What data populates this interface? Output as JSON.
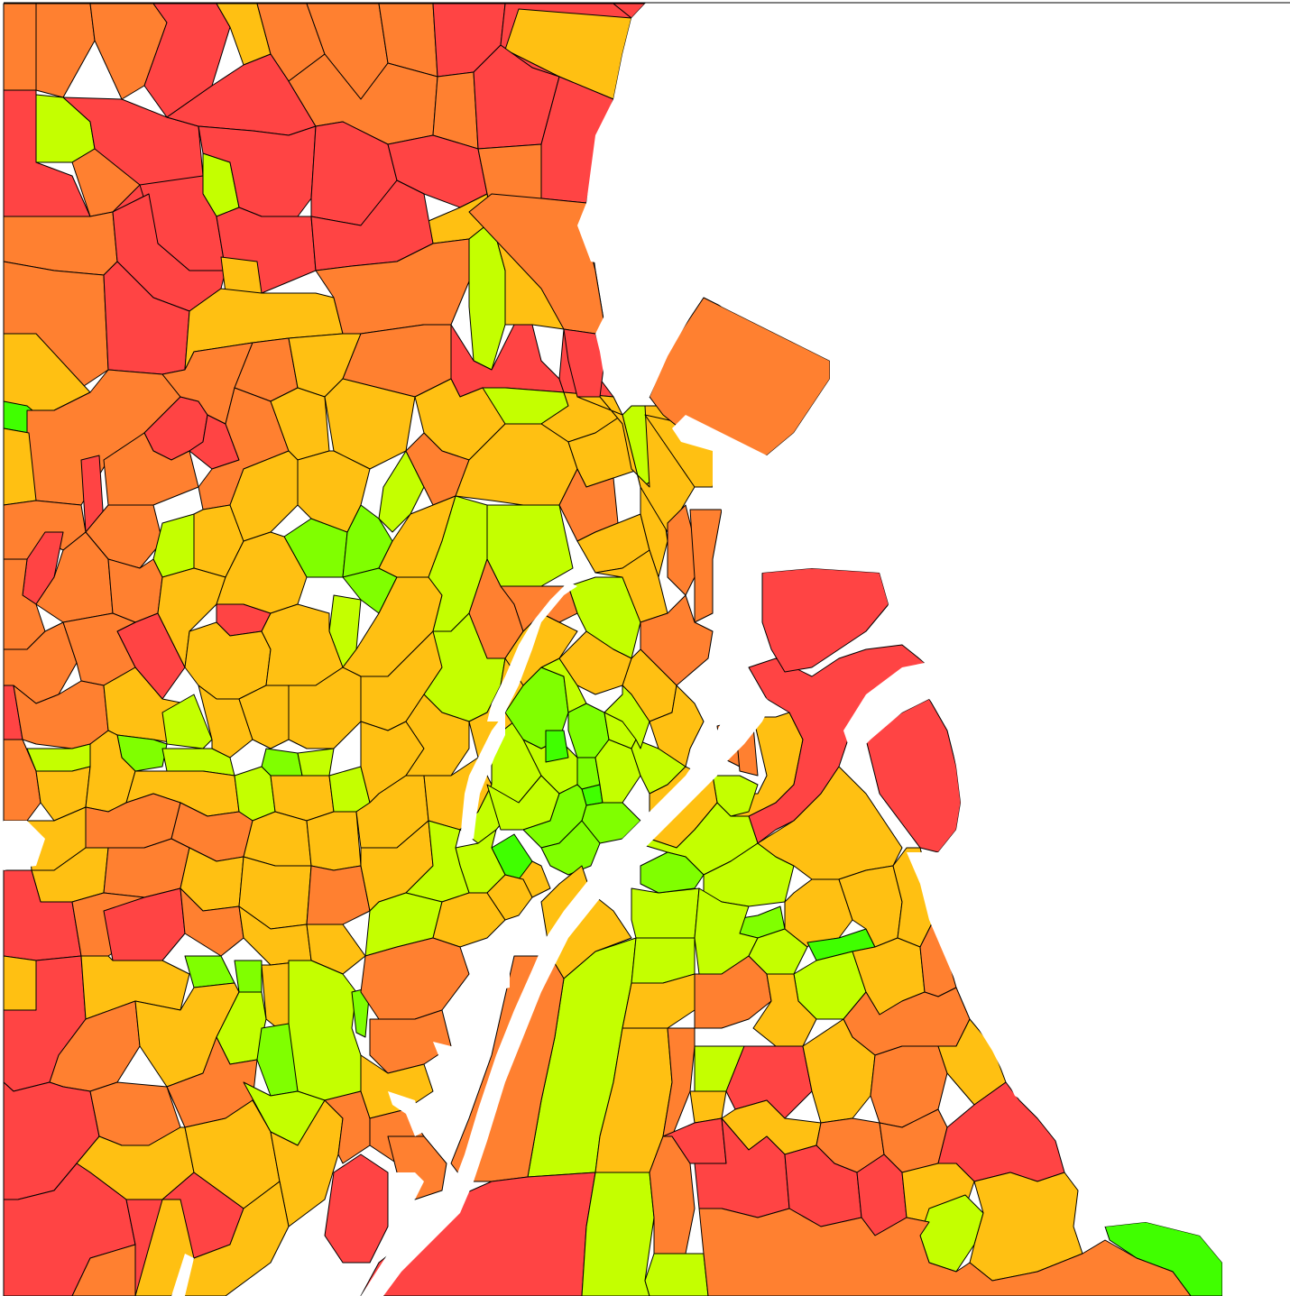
{
  "map": {
    "palette": {
      "red": "#ff4444",
      "dark_orange": "#ff8030",
      "orange": "#ffc012",
      "yellow_green": "#c4ff00",
      "light_green": "#80ff00",
      "green": "#40ff00",
      "water": "#ffffff",
      "border": "#000000"
    },
    "classes": [
      "red",
      "dark_orange",
      "orange",
      "yellow_green",
      "light_green",
      "green"
    ]
  }
}
